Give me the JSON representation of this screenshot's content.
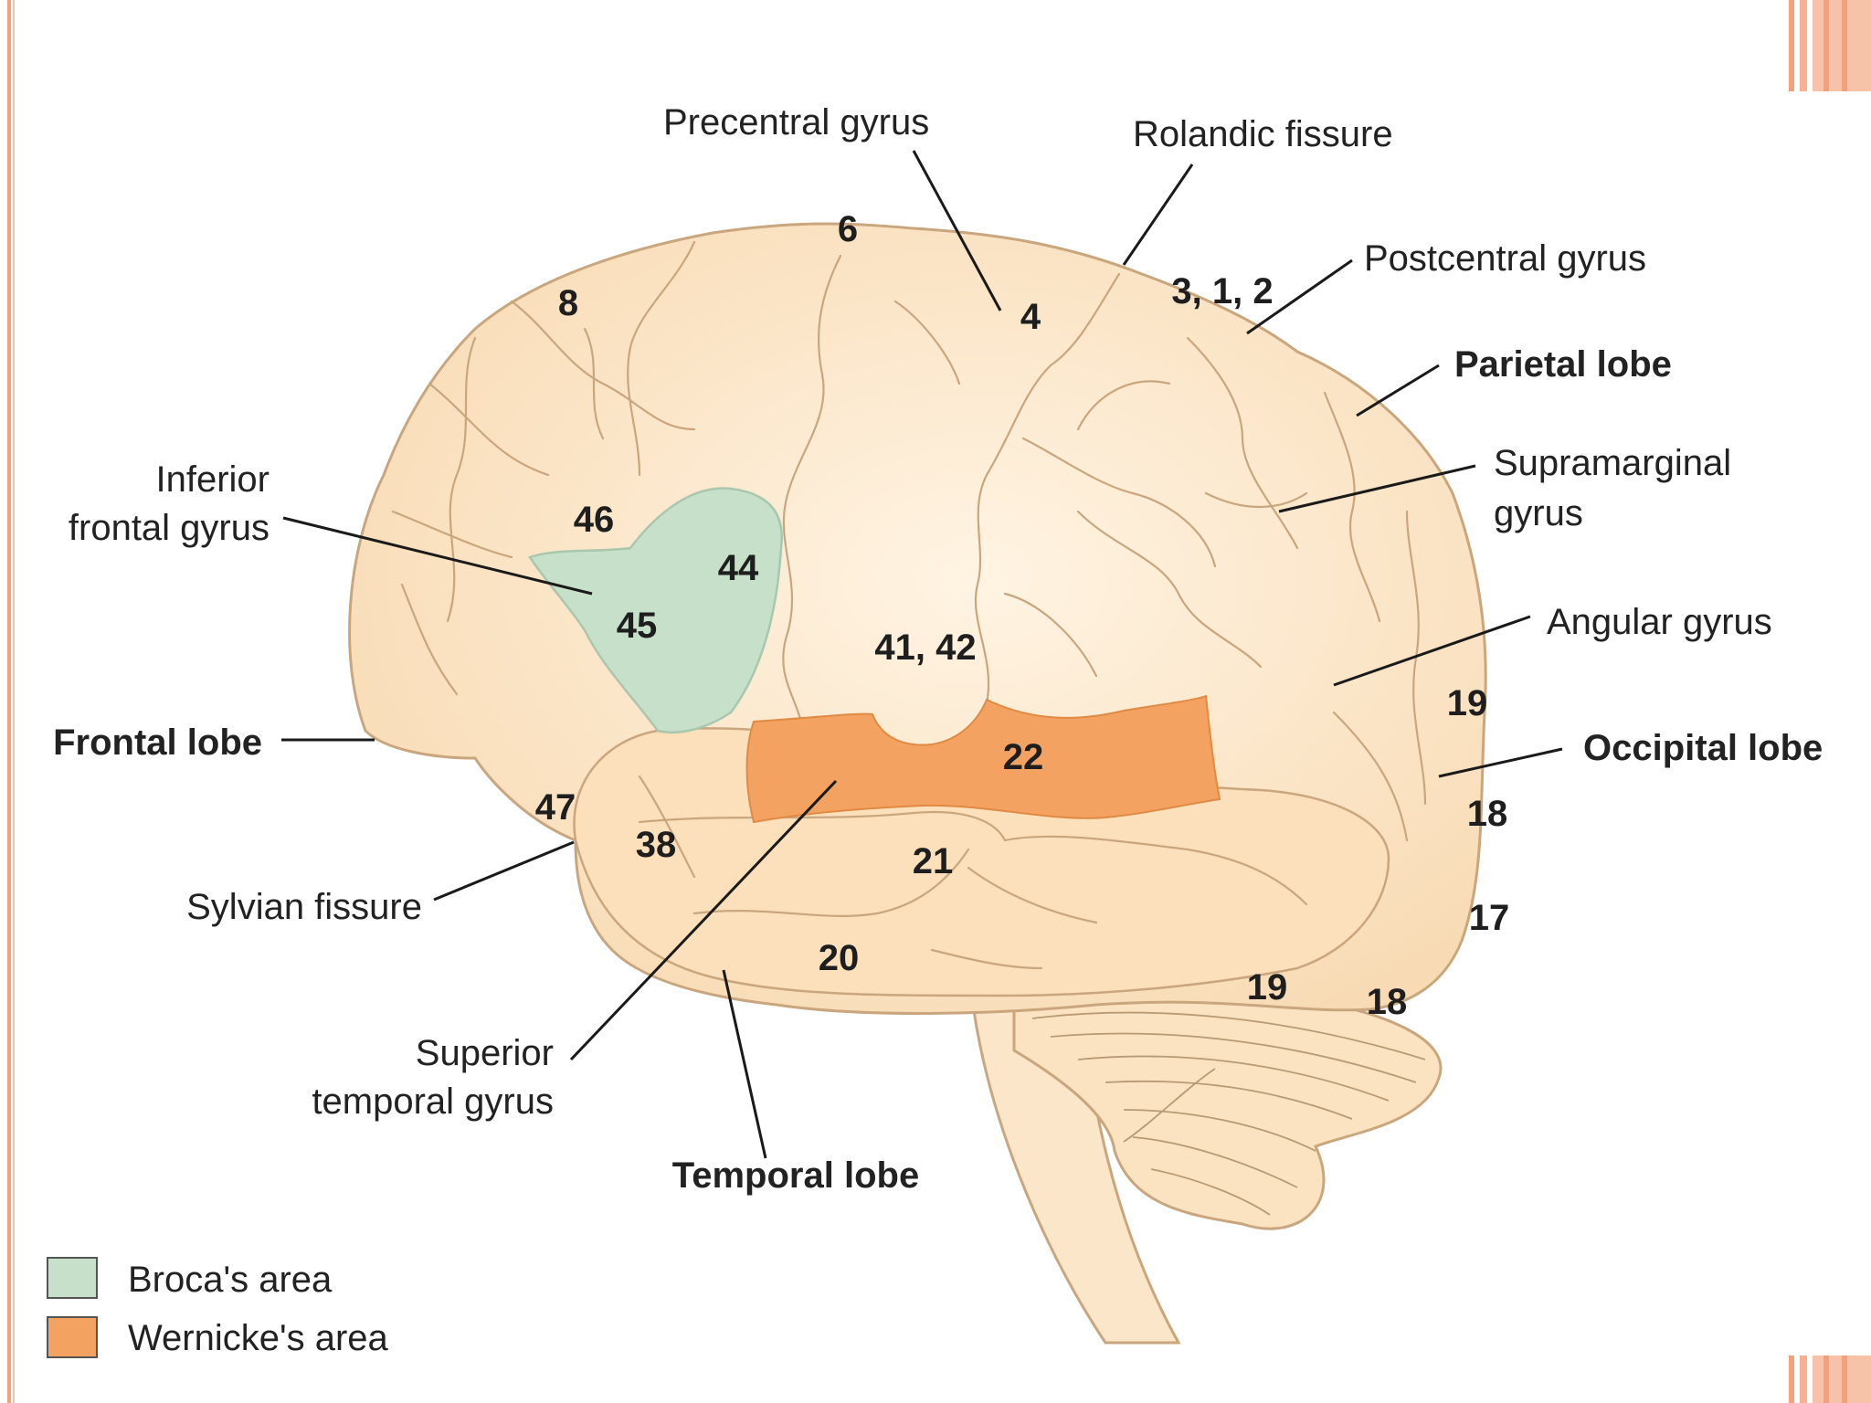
{
  "labels": {
    "precentral_gyrus": "Precentral gyrus",
    "rolandic_fissure": "Rolandic fissure",
    "postcentral_gyrus": "Postcentral gyrus",
    "parietal_lobe": "Parietal lobe",
    "supramarginal_gyrus_1": "Supramarginal",
    "supramarginal_gyrus_2": "gyrus",
    "angular_gyrus": "Angular gyrus",
    "occipital_lobe": "Occipital lobe",
    "inferior_frontal_gyrus_1": "Inferior",
    "inferior_frontal_gyrus_2": "frontal gyrus",
    "frontal_lobe": "Frontal lobe",
    "sylvian_fissure": "Sylvian fissure",
    "superior_temporal_gyrus_1": "Superior",
    "superior_temporal_gyrus_2": "temporal gyrus",
    "temporal_lobe": "Temporal lobe"
  },
  "areas": {
    "a6": "6",
    "a8": "8",
    "a4": "4",
    "a312": "3, 1, 2",
    "a46": "46",
    "a44": "44",
    "a45": "45",
    "a4142": "41, 42",
    "a22": "22",
    "a47": "47",
    "a38": "38",
    "a21": "21",
    "a20": "20",
    "a19a": "19",
    "a18a": "18",
    "a17": "17",
    "a19b": "19",
    "a18b": "18"
  },
  "legend": {
    "broca": "Broca's area",
    "wernicke": "Wernicke's area"
  },
  "colors": {
    "brain_fill": "#fbe3c2",
    "brain_outline": "#c9a67e",
    "broca": "#c6e0c9",
    "wernicke": "#f4a261",
    "slide_accent": "#f4a07a"
  }
}
